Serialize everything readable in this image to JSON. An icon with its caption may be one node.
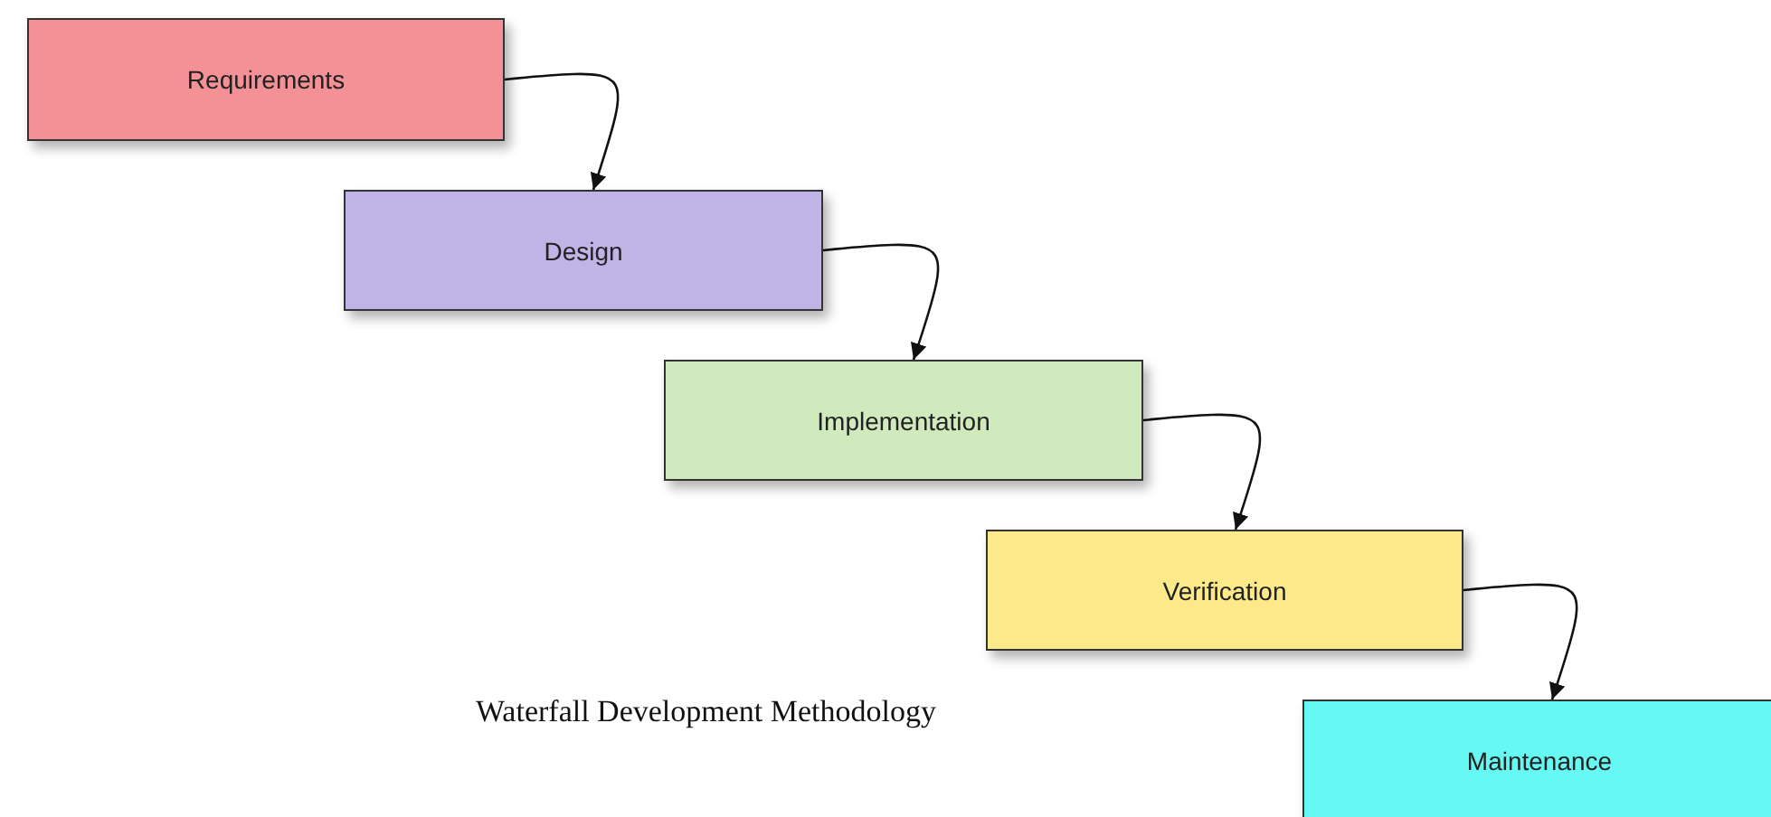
{
  "diagram": {
    "caption": "Waterfall Development Methodology",
    "nodes": [
      {
        "text": [
          "Requirements"
        ]
      },
      {
        "text": [
          "Design"
        ]
      },
      {
        "text": [
          "Implementation"
        ]
      },
      {
        "text": [
          "Verification"
        ]
      },
      {
        "text": [
          "Maintenance"
        ]
      }
    ],
    "edges": [
      {
        "from": 0,
        "to": 1,
        "arrow": "to"
      },
      {
        "from": 1,
        "to": 2,
        "arrow": "to"
      },
      {
        "from": 2,
        "to": 3,
        "arrow": "to"
      },
      {
        "from": 3,
        "to": 4,
        "arrow": "to"
      }
    ]
  }
}
